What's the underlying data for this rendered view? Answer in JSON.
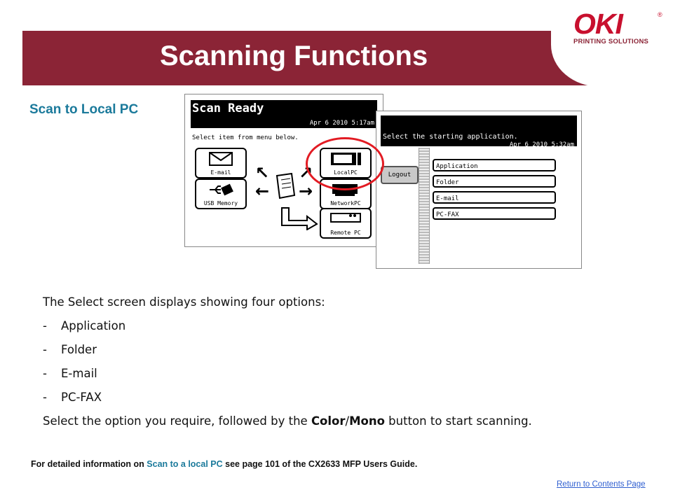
{
  "header": {
    "title": "Scanning Functions",
    "logo_main": "OKI",
    "logo_reg": "®",
    "logo_sub": "PRINTING SOLUTIONS",
    "brand_color": "#c8102e",
    "banner_color": "#8b2436"
  },
  "subtitle": "Scan to Local PC",
  "screen1": {
    "title": "Scan Ready",
    "datetime": "Apr  6 2010  5:17am",
    "instruction": "Select item from menu below.",
    "buttons": [
      "E-mail",
      "LocalPC",
      "USB Memory",
      "NetworkPC",
      "Remote PC"
    ]
  },
  "screen2": {
    "instruction": "Select the starting application.",
    "datetime": "Apr  6 2010  5:32am",
    "logout": "Logout",
    "options": [
      "Application",
      "Folder",
      "E-mail",
      "PC-FAX"
    ]
  },
  "body": {
    "intro": "The Select screen displays showing four options:",
    "items": [
      "Application",
      "Folder",
      "E-mail",
      "PC-FAX"
    ],
    "dash": "-",
    "closing_pre": "Select the option you require, followed by the ",
    "closing_color": "Color",
    "closing_slash": "/",
    "closing_mono": "Mono",
    "closing_post": " button to start scanning."
  },
  "footer": {
    "pre": "For detailed information on ",
    "link": "Scan to a local PC",
    "post": " see page 101 of the CX2633 MFP Users Guide.",
    "link_color": "#1b7a9b"
  },
  "return_link": "Return to Contents Page"
}
